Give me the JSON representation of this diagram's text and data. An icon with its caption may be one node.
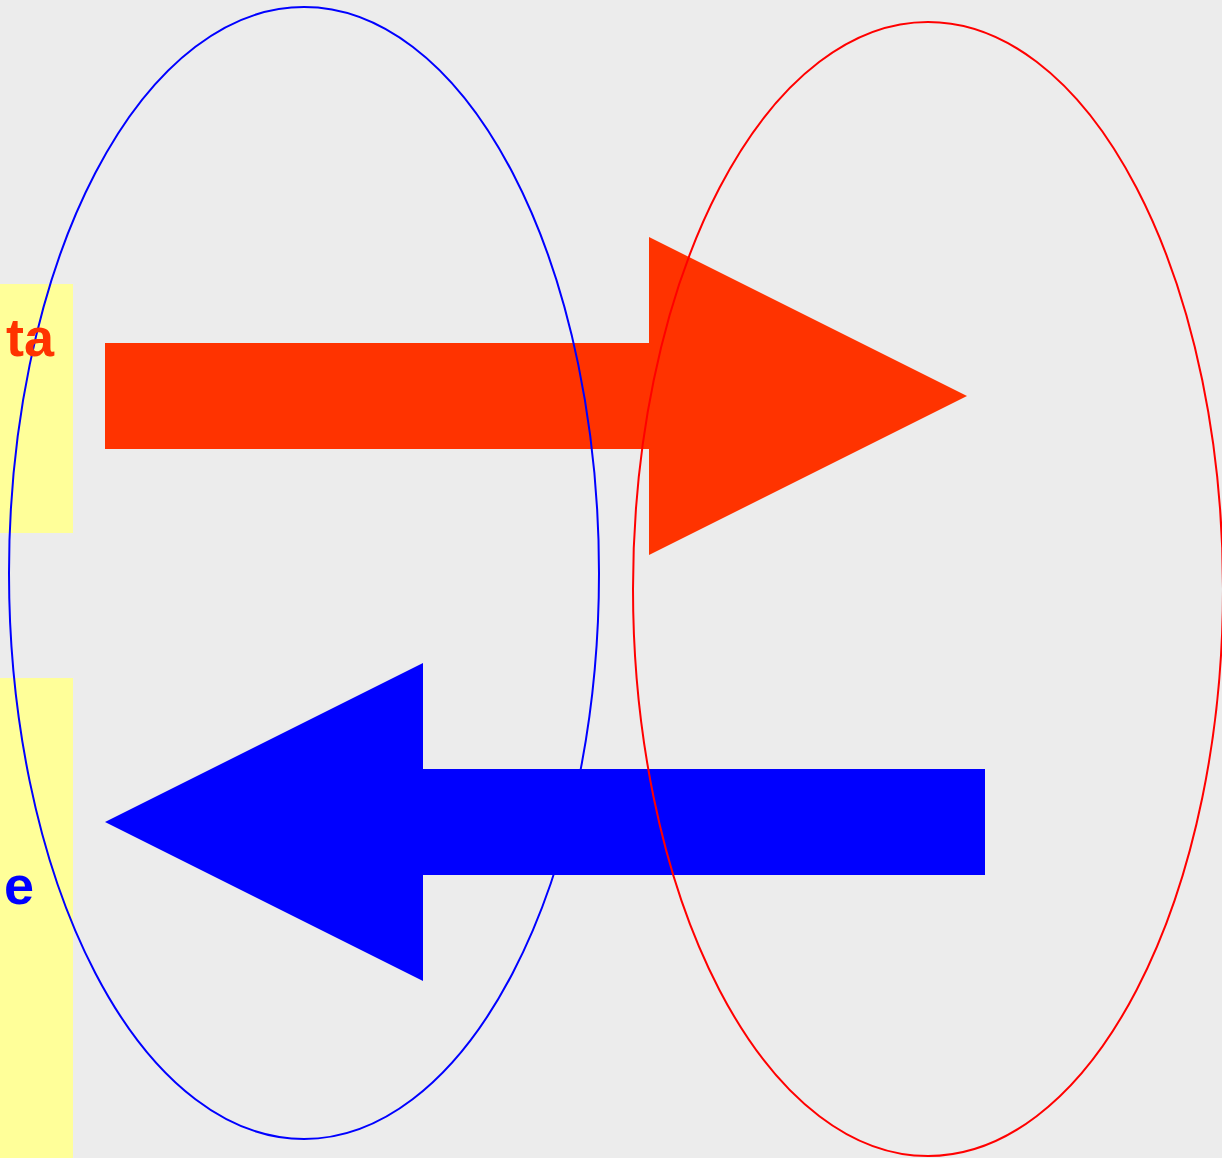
{
  "diagram": {
    "nodes": [
      {
        "text": [
          "ta"
        ]
      },
      {
        "text": [
          "e"
        ]
      },
      {
        "text": [],
        "shape": "ellipse"
      },
      {
        "text": [],
        "shape": "ellipse"
      }
    ],
    "edges": [
      {
        "from": 0,
        "to": 3,
        "arrow": "to",
        "style": "thick",
        "color": "#ff3300"
      },
      {
        "from": 3,
        "to": 1,
        "arrow": "to",
        "style": "thick",
        "color": "#0000ff"
      }
    ]
  }
}
